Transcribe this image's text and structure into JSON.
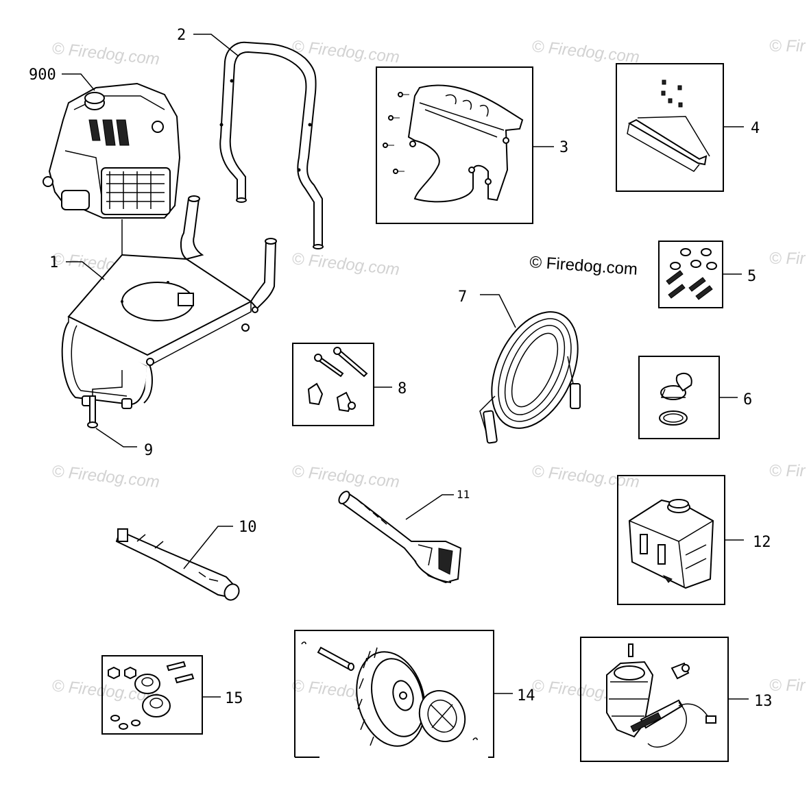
{
  "watermark": {
    "text": "© Firedog.com",
    "cut_text": "© Fir"
  },
  "callouts": {
    "p900": "900",
    "p1": "1",
    "p2": "2",
    "p3": "3",
    "p4": "4",
    "p5": "5",
    "p6": "6",
    "p7": "7",
    "p8": "8",
    "p9": "9",
    "p10": "10",
    "p11": "11",
    "p12": "12",
    "p13": "13",
    "p14": "14",
    "p15": "15"
  },
  "parts": [
    {
      "number": "900",
      "icon": "engine-icon"
    },
    {
      "number": "1",
      "icon": "frame-icon"
    },
    {
      "number": "2",
      "icon": "handle-icon"
    },
    {
      "number": "3",
      "icon": "gun-holder-icon"
    },
    {
      "number": "4",
      "icon": "bracket-kit-icon"
    },
    {
      "number": "5",
      "icon": "hardware-kit-icon"
    },
    {
      "number": "6",
      "icon": "cap-icon"
    },
    {
      "number": "7",
      "icon": "hose-icon"
    },
    {
      "number": "8",
      "icon": "knob-kit-icon"
    },
    {
      "number": "9",
      "icon": "bolt-icon"
    },
    {
      "number": "10",
      "icon": "wand-icon"
    },
    {
      "number": "11",
      "icon": "spray-gun-icon"
    },
    {
      "number": "12",
      "icon": "detergent-tank-icon"
    },
    {
      "number": "13",
      "icon": "pump-icon"
    },
    {
      "number": "14",
      "icon": "wheel-kit-icon"
    },
    {
      "number": "15",
      "icon": "seal-kit-icon"
    }
  ]
}
